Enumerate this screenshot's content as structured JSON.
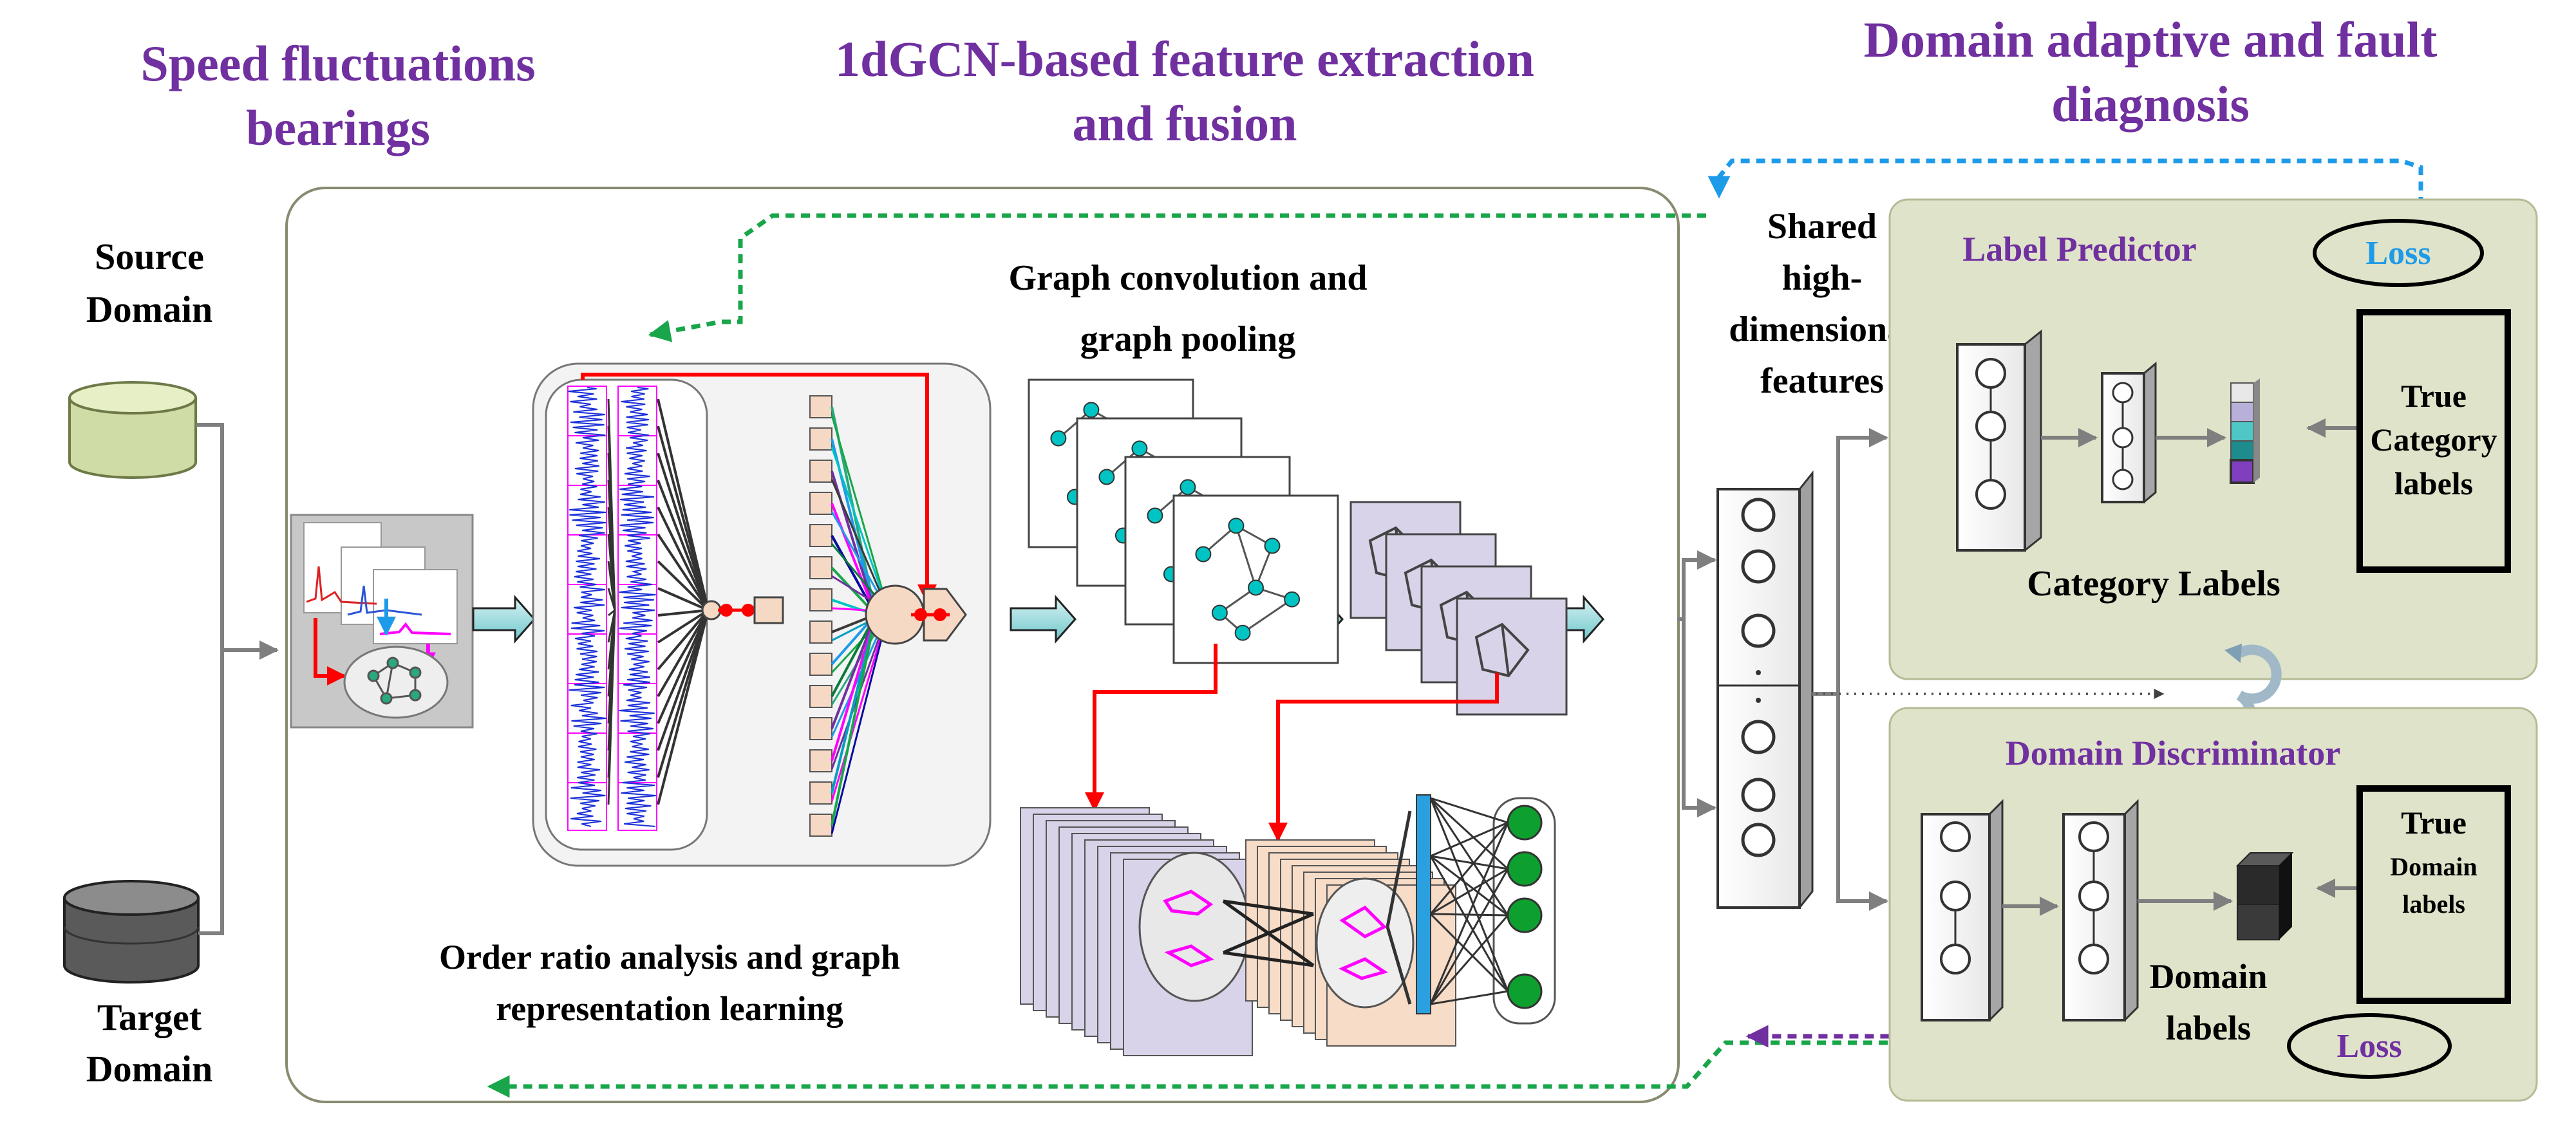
{
  "headings": {
    "col1": [
      "Speed fluctuations",
      "bearings"
    ],
    "col2": [
      "1dGCN-based feature extraction",
      "and fusion"
    ],
    "col3": [
      "Domain adaptive and fault",
      "diagnosis"
    ]
  },
  "domains": {
    "source": [
      "Source",
      "Domain"
    ],
    "target": [
      "Target",
      "Domain"
    ]
  },
  "feature_block": {
    "gcn_title": [
      "Graph convolution and",
      "graph pooling"
    ],
    "order_title": [
      "Order ratio analysis and graph",
      "representation learning"
    ]
  },
  "shared": [
    "Shared",
    "high-",
    "dimensional",
    "features"
  ],
  "label_predictor": {
    "title": "Label Predictor",
    "loss": "Loss",
    "true_labels": [
      "True",
      "Category",
      "labels"
    ],
    "output_caption": "Category Labels"
  },
  "domain_discriminator": {
    "title": "Domain Discriminator",
    "loss": "Loss",
    "true_labels": [
      "True",
      "Domain",
      "labels"
    ],
    "output_caption": [
      "Domain",
      "labels"
    ]
  },
  "colors": {
    "heading": "#7030a0",
    "panel_fill": "#dfe3c9",
    "panel_stroke": "#b5bb95",
    "green_flow": "#19a64a",
    "blue_flow": "#1e9be8",
    "purple_flow": "#7030a0",
    "red": "#ff0000",
    "cyan_node": "#00c4c4",
    "magenta": "#ff00ff",
    "dark_green_node": "#0ea02f"
  },
  "icons": [
    "database-icon",
    "bearing-signal-icon",
    "spectrum-icon",
    "graph-icon",
    "neuron-column-icon",
    "refresh-cycle-icon"
  ]
}
